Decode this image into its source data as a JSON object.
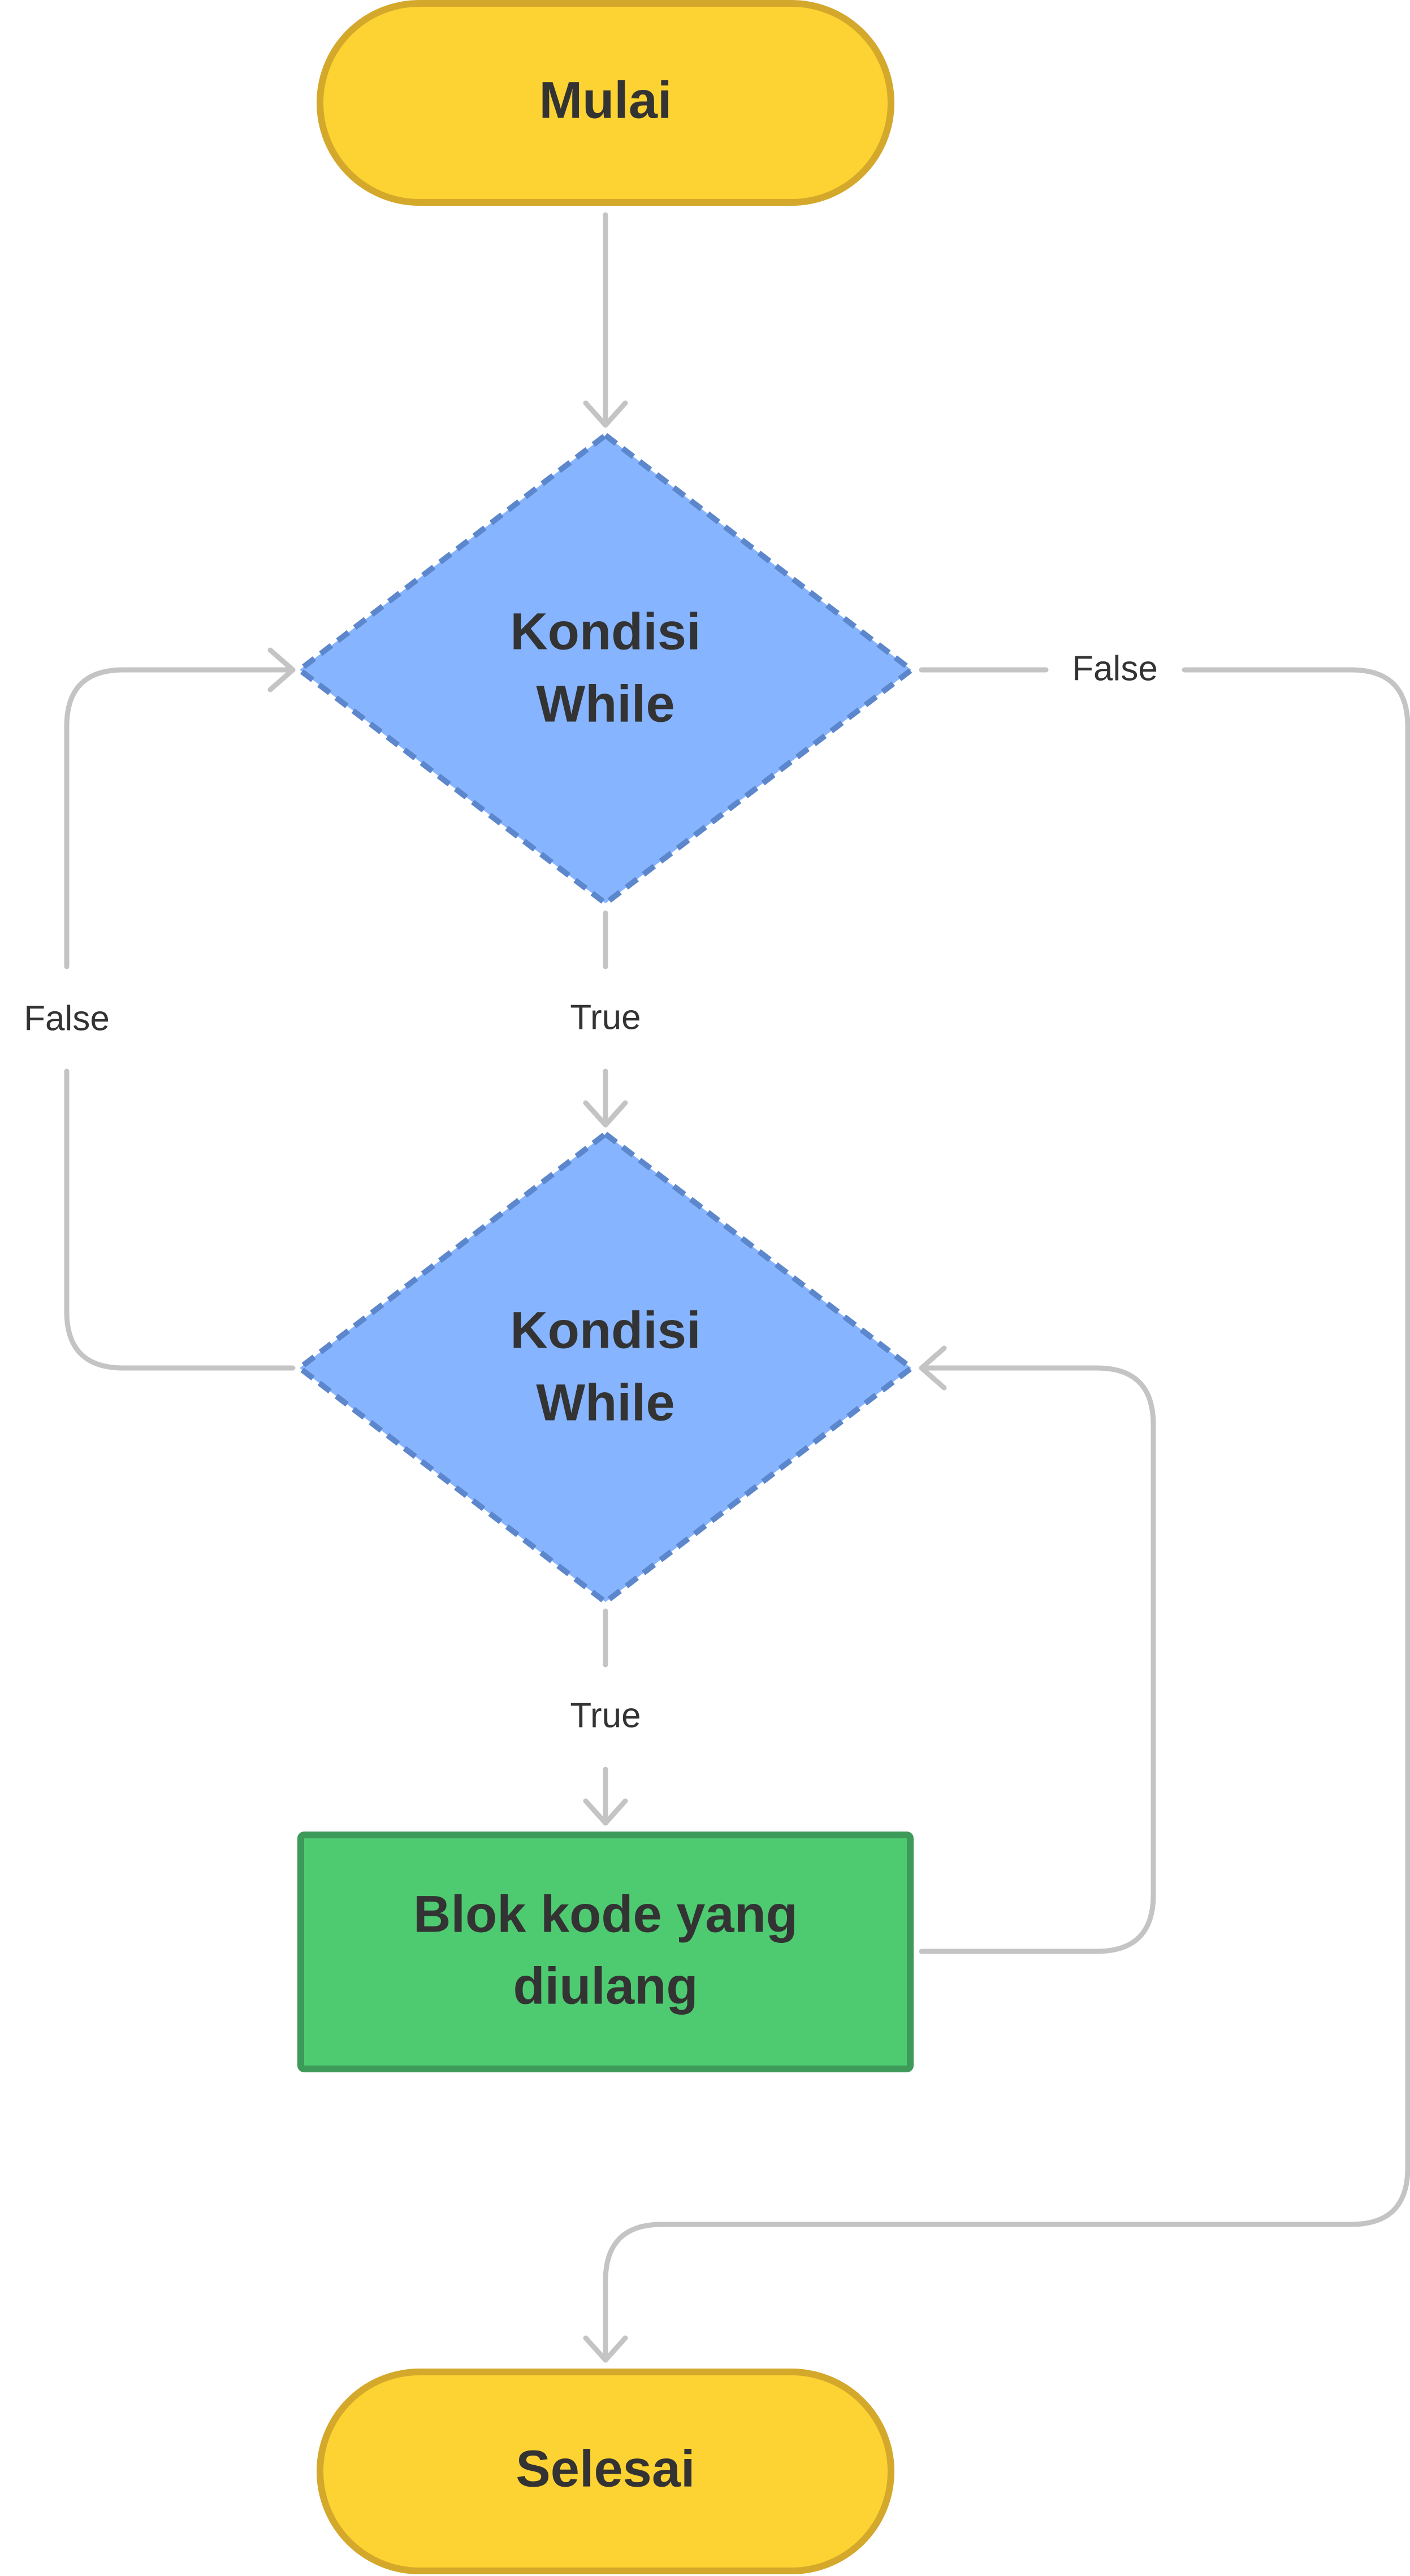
{
  "nodes": {
    "start": {
      "label": "Mulai",
      "fill": "#fdd233",
      "stroke": "#d4a82a"
    },
    "condition_outer": {
      "line1": "Kondisi",
      "line2": "While",
      "fill": "#86b4ff",
      "stroke": "#5d87cc"
    },
    "condition_inner": {
      "line1": "Kondisi",
      "line2": "While",
      "fill": "#86b4ff",
      "stroke": "#5d87cc"
    },
    "loop_block": {
      "line1": "Blok kode yang",
      "line2": "diulang",
      "fill": "#4ecb71",
      "stroke": "#3d9a58"
    },
    "end": {
      "label": "Selesai",
      "fill": "#fdd233",
      "stroke": "#d4a82a"
    }
  },
  "edges": {
    "outer_true": "True",
    "outer_false": "False",
    "inner_true": "True",
    "inner_false": "False"
  },
  "colors": {
    "edge": "#c4c4c4",
    "text": "#333333",
    "background": "#ffffff"
  }
}
